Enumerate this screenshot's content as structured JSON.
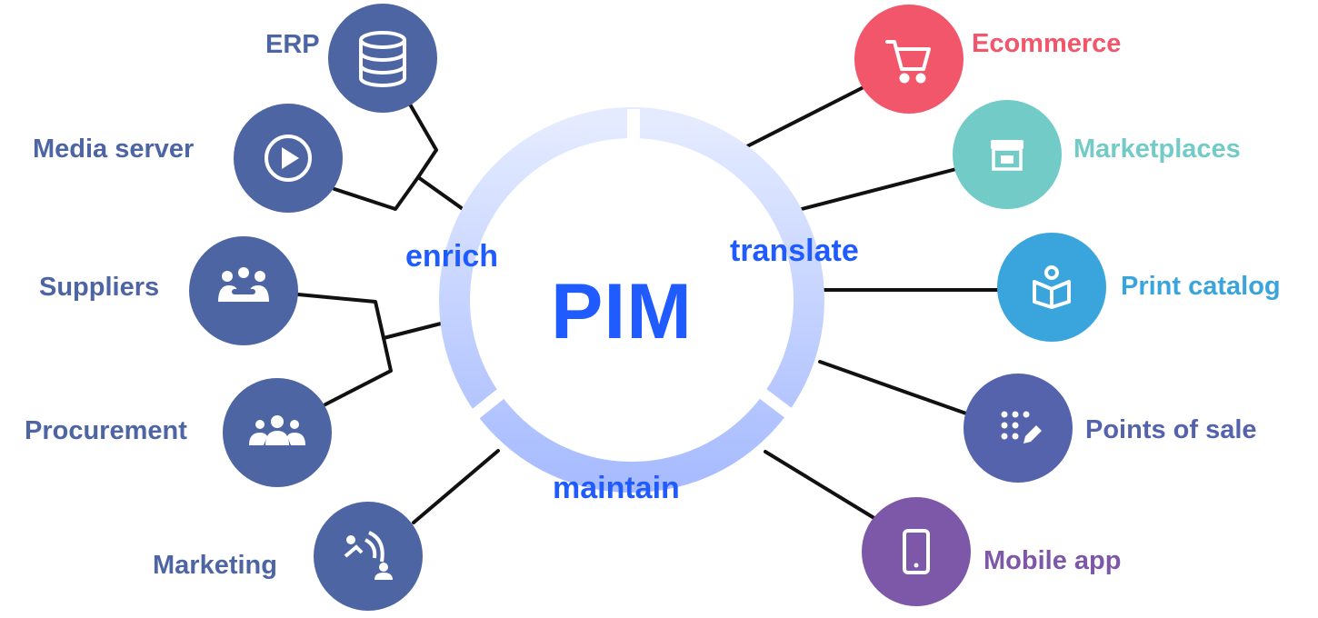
{
  "center": {
    "title": "PIM"
  },
  "verbs": {
    "enrich": "enrich",
    "translate": "translate",
    "maintain": "maintain"
  },
  "sources": [
    {
      "key": "erp",
      "label": "ERP",
      "icon": "database-icon"
    },
    {
      "key": "media",
      "label": "Media server",
      "icon": "play-circle-icon"
    },
    {
      "key": "suppliers",
      "label": "Suppliers",
      "icon": "handshake-people-icon"
    },
    {
      "key": "procurement",
      "label": "Procurement",
      "icon": "team-icon"
    },
    {
      "key": "marketing",
      "label": "Marketing",
      "icon": "broadcast-person-icon"
    }
  ],
  "channels": [
    {
      "key": "ecommerce",
      "label": "Ecommerce",
      "icon": "shopping-cart-icon"
    },
    {
      "key": "marketplaces",
      "label": "Marketplaces",
      "icon": "storefront-icon"
    },
    {
      "key": "print",
      "label": "Print catalog",
      "icon": "open-book-reader-icon"
    },
    {
      "key": "pos",
      "label": "Points of sale",
      "icon": "keypad-pen-icon"
    },
    {
      "key": "mobile",
      "label": "Mobile app",
      "icon": "smartphone-icon"
    }
  ],
  "colors": {
    "source": "#4e65a3",
    "ecommerce": "#f1566b",
    "marketplaces": "#72cbc7",
    "print": "#3aa5dc",
    "pos": "#5562ac",
    "mobile": "#7d58a8",
    "pim_text": "#1f5bff",
    "ring_light": "#e2e9ff",
    "ring_dark": "#a9bdff"
  }
}
